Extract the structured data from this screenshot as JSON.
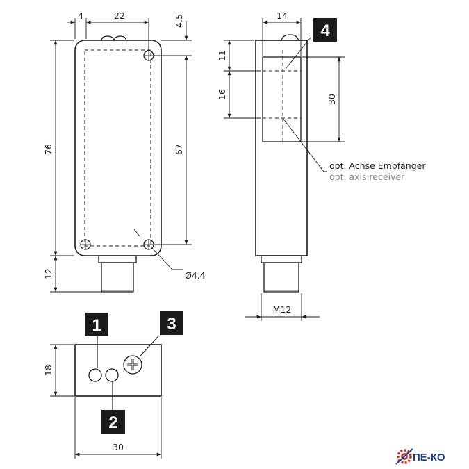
{
  "dimensions": {
    "front_width_left": "4",
    "front_width_main": "22",
    "front_top_offset": "4.5",
    "front_height_total": "76",
    "front_hole_spacing": "67",
    "connector_length": "12",
    "hole_diameter": "Ø4.4",
    "side_width": "14",
    "side_top_offset": "11",
    "side_window_height": "16",
    "side_window_span": "30",
    "thread": "M12",
    "bottom_depth": "18",
    "bottom_width": "30"
  },
  "annotations": {
    "axis_de": "opt. Achse Empfänger",
    "axis_en": "opt. axis receiver"
  },
  "badges": {
    "b1": "1",
    "b2": "2",
    "b3": "3",
    "b4": "4"
  },
  "logo": {
    "text": "ПЕ-КО"
  },
  "colors": {
    "line": "#1a1a1a",
    "badge": "#1a1a1a",
    "axis_en_text": "#8a8a8a",
    "logo_text": "#1a3a8c",
    "logo_gear": "#c0392b"
  }
}
